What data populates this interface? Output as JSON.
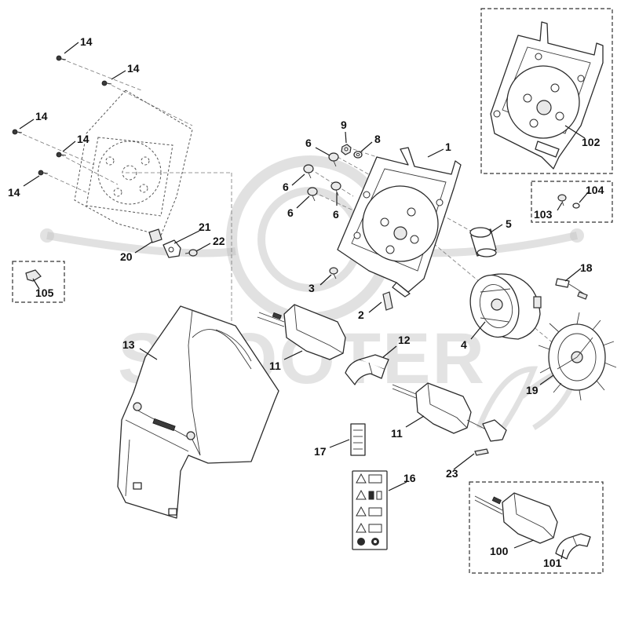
{
  "watermark": {
    "text": "SCOOTER"
  },
  "callouts": [
    {
      "id": "c1",
      "text": "1"
    },
    {
      "id": "c2",
      "text": "2"
    },
    {
      "id": "c3",
      "text": "3"
    },
    {
      "id": "c4",
      "text": "4"
    },
    {
      "id": "c5",
      "text": "5"
    },
    {
      "id": "c6a",
      "text": "6"
    },
    {
      "id": "c6b",
      "text": "6"
    },
    {
      "id": "c6c",
      "text": "6"
    },
    {
      "id": "c6d",
      "text": "6"
    },
    {
      "id": "c8",
      "text": "8"
    },
    {
      "id": "c9",
      "text": "9"
    },
    {
      "id": "c11a",
      "text": "11"
    },
    {
      "id": "c11b",
      "text": "11"
    },
    {
      "id": "c12",
      "text": "12"
    },
    {
      "id": "c13",
      "text": "13"
    },
    {
      "id": "c14a",
      "text": "14"
    },
    {
      "id": "c14b",
      "text": "14"
    },
    {
      "id": "c14c",
      "text": "14"
    },
    {
      "id": "c14d",
      "text": "14"
    },
    {
      "id": "c14e",
      "text": "14"
    },
    {
      "id": "c16",
      "text": "16"
    },
    {
      "id": "c17",
      "text": "17"
    },
    {
      "id": "c18",
      "text": "18"
    },
    {
      "id": "c19",
      "text": "19"
    },
    {
      "id": "c20",
      "text": "20"
    },
    {
      "id": "c21",
      "text": "21"
    },
    {
      "id": "c22",
      "text": "22"
    },
    {
      "id": "c23",
      "text": "23"
    },
    {
      "id": "c100",
      "text": "100"
    },
    {
      "id": "c101",
      "text": "101"
    },
    {
      "id": "c102",
      "text": "102"
    },
    {
      "id": "c103",
      "text": "103"
    },
    {
      "id": "c104",
      "text": "104"
    },
    {
      "id": "c105",
      "text": "105"
    }
  ]
}
